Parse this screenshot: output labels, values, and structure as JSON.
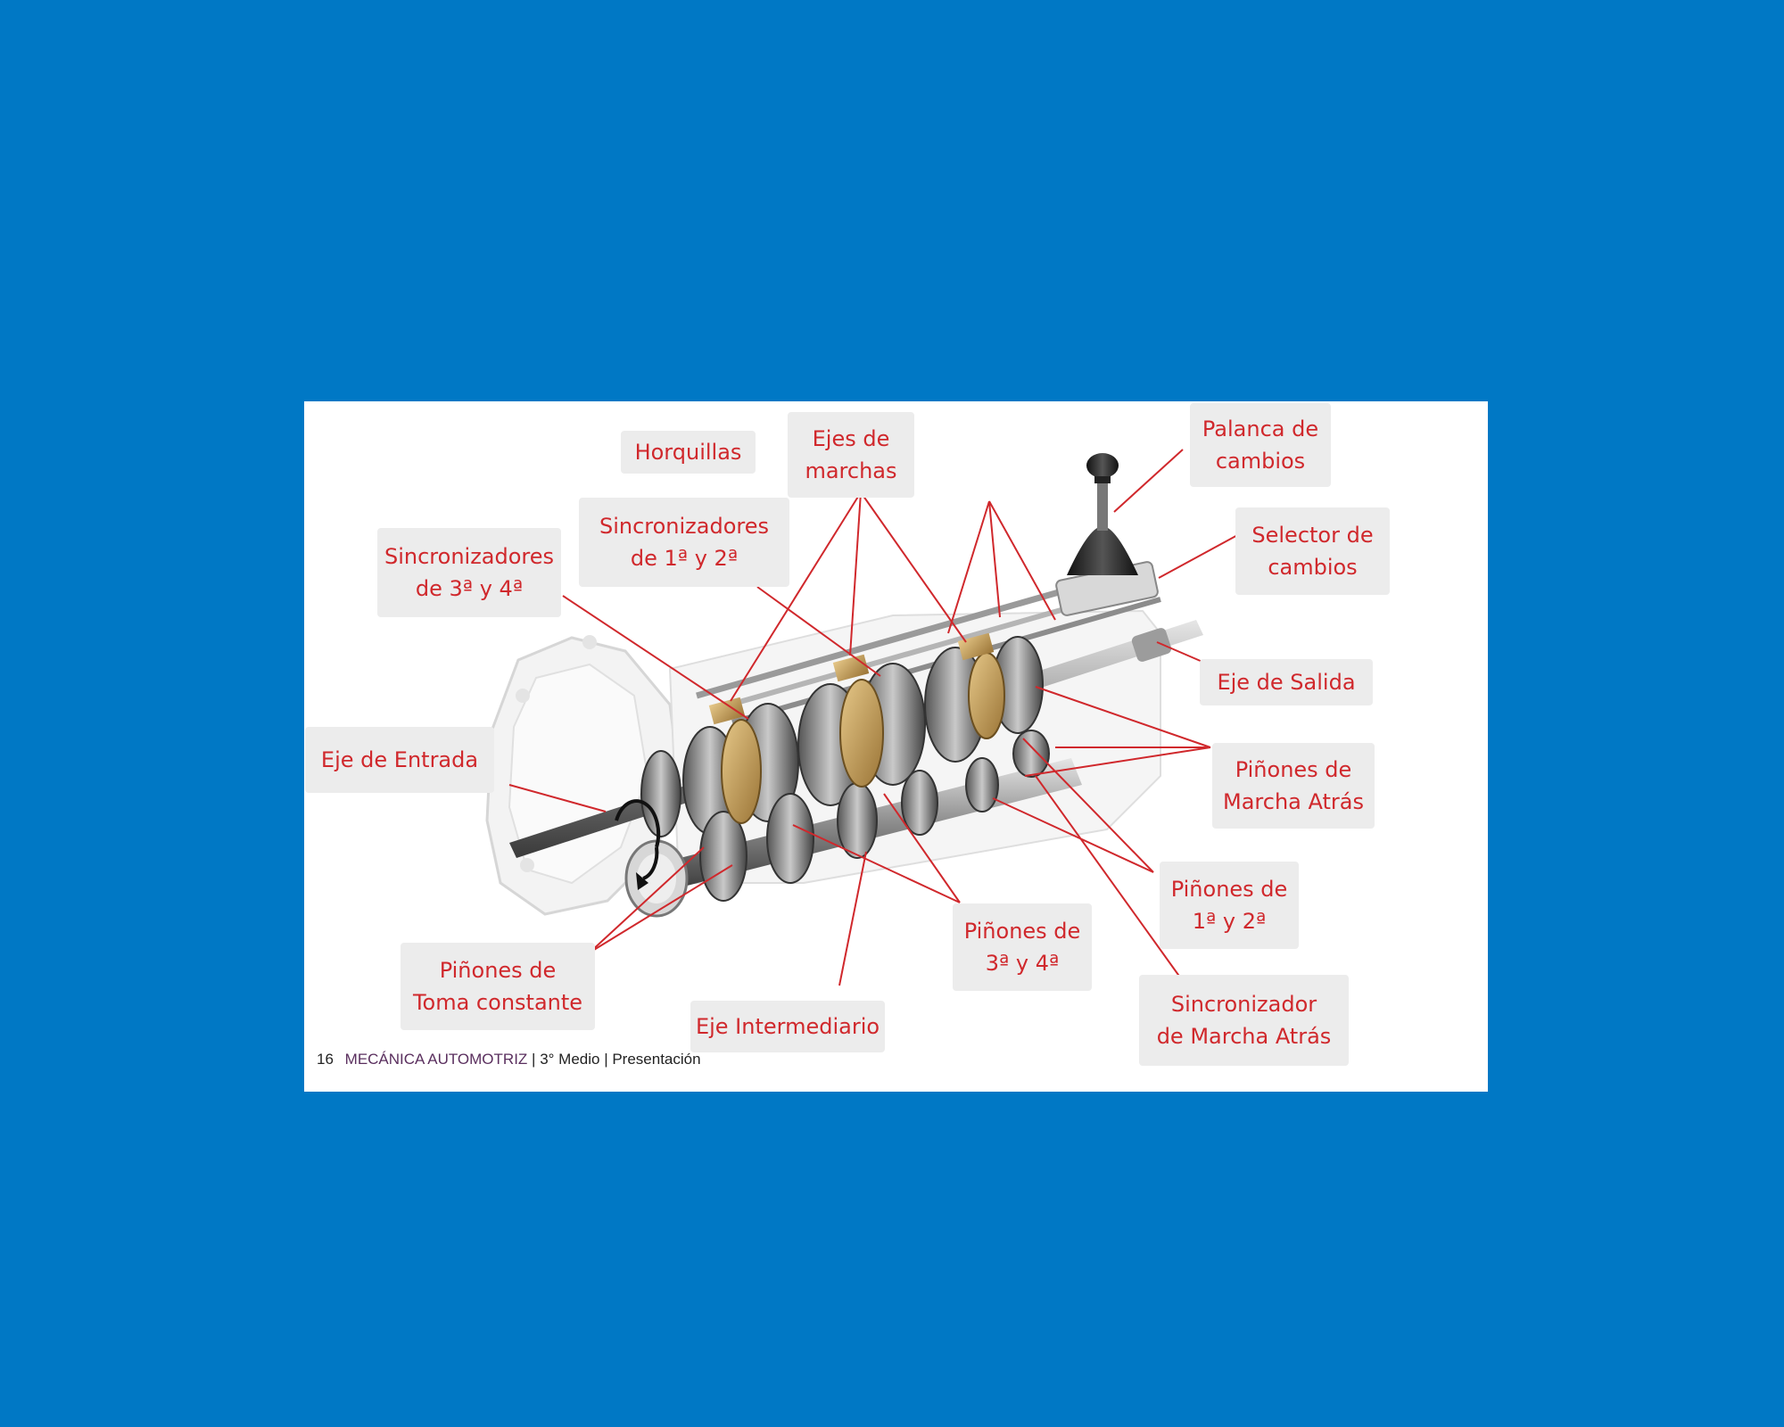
{
  "labels": {
    "horquillas": [
      "Horquillas"
    ],
    "ejes_marchas": [
      "Ejes de",
      "marchas"
    ],
    "palanca": [
      "Palanca de",
      "cambios"
    ],
    "selector": [
      "Selector de",
      "cambios"
    ],
    "sinc_12": [
      "Sincronizadores",
      "de 1ª y 2ª"
    ],
    "sinc_34": [
      "Sincronizadores",
      "de 3ª y 4ª"
    ],
    "eje_salida": [
      "Eje de Salida"
    ],
    "eje_entrada": [
      "Eje de Entrada"
    ],
    "pin_marcha_atras": [
      "Piñones de",
      "Marcha Atrás"
    ],
    "pin_12": [
      "Piñones de",
      "1ª y 2ª"
    ],
    "pin_34": [
      "Piñones de",
      "3ª y 4ª"
    ],
    "pin_toma": [
      "Piñones de",
      "Toma constante"
    ],
    "eje_intermediario": [
      "Eje Intermediario"
    ],
    "sinc_marcha_atras": [
      "Sincronizador",
      "de Marcha Atrás"
    ]
  },
  "footer": {
    "page": "16",
    "title": "MECÁNICA AUTOMOTRIZ",
    "sep1": " | ",
    "level": "3° Medio",
    "sep2": " | ",
    "section": "Presentación"
  },
  "colors": {
    "background": "#0078c5",
    "label_text": "#d0282c",
    "label_box": "#ececec",
    "leader_line": "#d0282c",
    "brass": "#c9a35a"
  }
}
